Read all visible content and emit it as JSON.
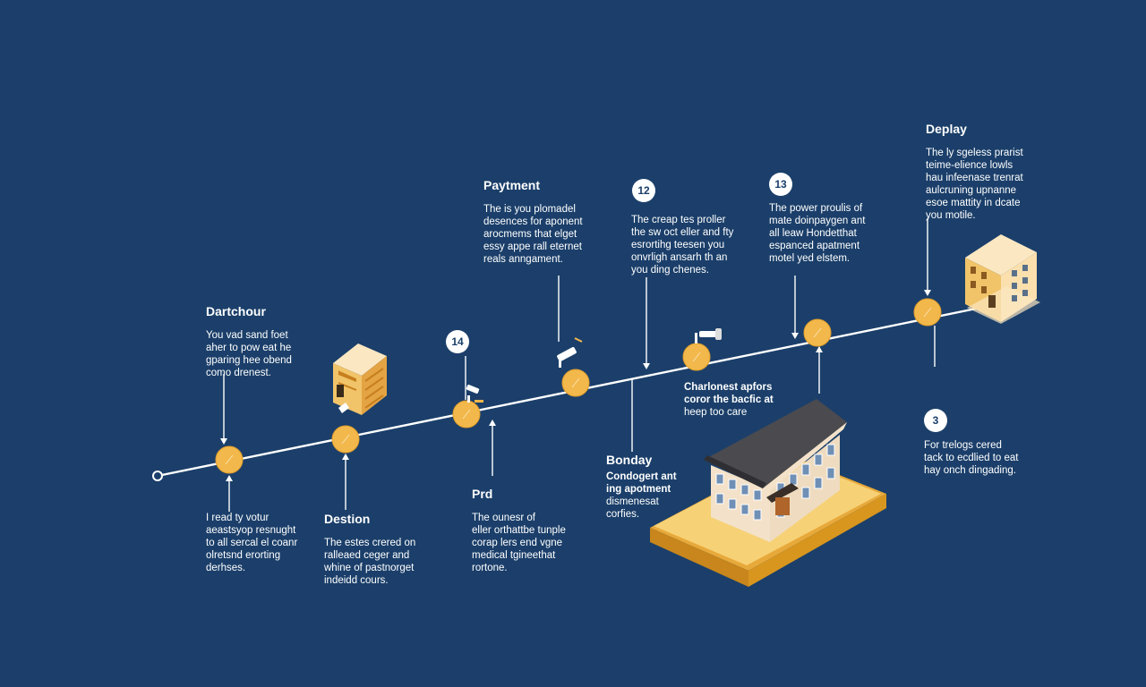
{
  "colors": {
    "background": "#1b3f6a",
    "timeline": "#ffffff",
    "node": "#f2b84b",
    "building_light": "#fbe7c2",
    "building_dark": "#e4a444",
    "platform": "#f2c35e"
  },
  "badges": [
    "14",
    "12",
    "13",
    "3"
  ],
  "blocks": {
    "dartchour": {
      "title": "Dartchour",
      "lines": [
        "You vad sand foet",
        "aher to pow eat he",
        "gparing hee obend",
        "como drenest."
      ]
    },
    "bottom1": {
      "title": "",
      "lines": [
        "I read ty votur",
        "aeastsyop resnught",
        "to all sercal el coanr",
        "olretsnd erorting",
        "derhses."
      ]
    },
    "destion": {
      "title": "Destion",
      "lines": [
        "The estes crered on",
        "ralleaed ceger and",
        "whine of pastnorget",
        "indeidd cours."
      ]
    },
    "payment": {
      "title": "Paytment",
      "lines": [
        "The is you plomadel",
        "desences for aponent",
        "arocmems that elget",
        "essy appe rall eternet",
        "reals anngament."
      ]
    },
    "prd": {
      "title": "Prd",
      "lines": [
        "The ounesr of",
        "eller orthattbe tunple",
        "corap lers end vgne",
        "medical tgineethat",
        "rortone."
      ]
    },
    "step12": {
      "title": "",
      "lines": [
        "The creap tes proller",
        "the sw oct eller and fty",
        "esrortihg teesen you",
        "onvrligh ansarh th an",
        "you ding chenes."
      ]
    },
    "bonday": {
      "title": "Bonday",
      "lines": [
        "Condogert ant",
        "ing apotment",
        "dismenesat",
        "corfies."
      ]
    },
    "charionest": {
      "title": "",
      "lines": [
        "Charlonest apfors",
        "coror the bacfic at",
        "heep too care"
      ]
    },
    "step13": {
      "title": "",
      "lines": [
        "The power proulis of",
        "mate doinpaygen ant",
        "all leaw Hondetthat",
        "espanced apatment",
        "motel yed elstem."
      ]
    },
    "deplay": {
      "title": "Deplay",
      "lines": [
        "The ly sgeless prarist",
        "teime-elience lowls",
        "hau infeenase trenrat",
        "aulcruning upnanne",
        "esoe mattity in dcate",
        "you motile."
      ]
    },
    "step3": {
      "title": "",
      "lines": [
        "For trelogs cered",
        "tack to ecdlied to eat",
        "hay onch dingading."
      ]
    }
  }
}
